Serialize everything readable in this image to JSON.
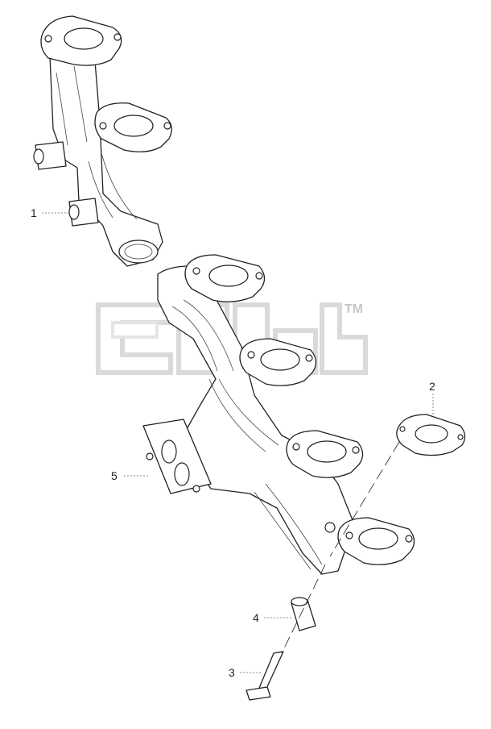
{
  "diagram": {
    "watermark": {
      "text": "elcats",
      "trademark": "TM"
    },
    "callouts": [
      {
        "id": "1",
        "label": "1"
      },
      {
        "id": "2",
        "label": "2"
      },
      {
        "id": "3",
        "label": "3"
      },
      {
        "id": "4",
        "label": "4"
      },
      {
        "id": "5",
        "label": "5"
      }
    ],
    "colors": {
      "line": "#222222",
      "watermark": "#d9d9d9",
      "background": "#ffffff"
    }
  }
}
